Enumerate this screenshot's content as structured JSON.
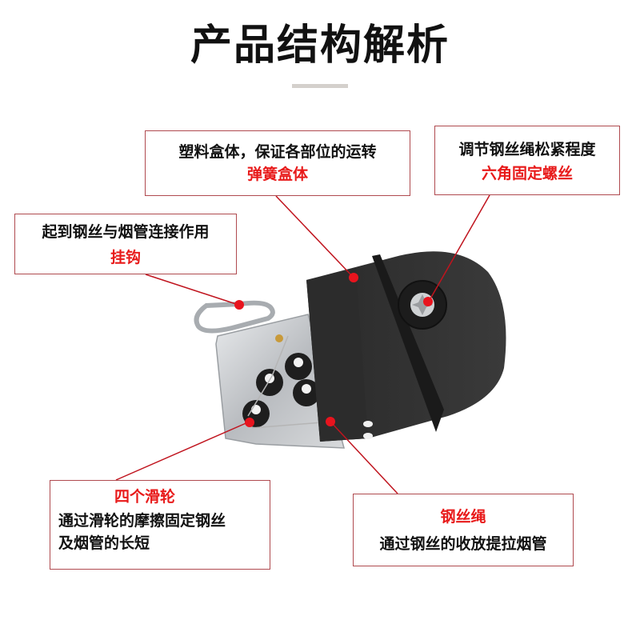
{
  "title": "产品结构解析",
  "colors": {
    "accent_red": "#e81a1a",
    "box_border": "#b04a50",
    "leader_line": "#c0141e",
    "title": "#111111",
    "underline": "#d4d0cc"
  },
  "callouts": [
    {
      "id": "spring-box",
      "description": "塑料盒体，保证各部位的运转",
      "label": "弹簧盒体"
    },
    {
      "id": "hex-screw",
      "description": "调节钢丝绳松紧程度",
      "label": "六角固定螺丝"
    },
    {
      "id": "hook",
      "description": "起到钢丝与烟管连接作用",
      "label": "挂钩"
    },
    {
      "id": "pulleys",
      "label": "四个滑轮",
      "description_line1": "通过滑轮的摩擦固定钢丝",
      "description_line2": "及烟管的长短"
    },
    {
      "id": "wire-rope",
      "label": "钢丝绳",
      "description": "通过钢丝的收放提拉烟管"
    }
  ]
}
